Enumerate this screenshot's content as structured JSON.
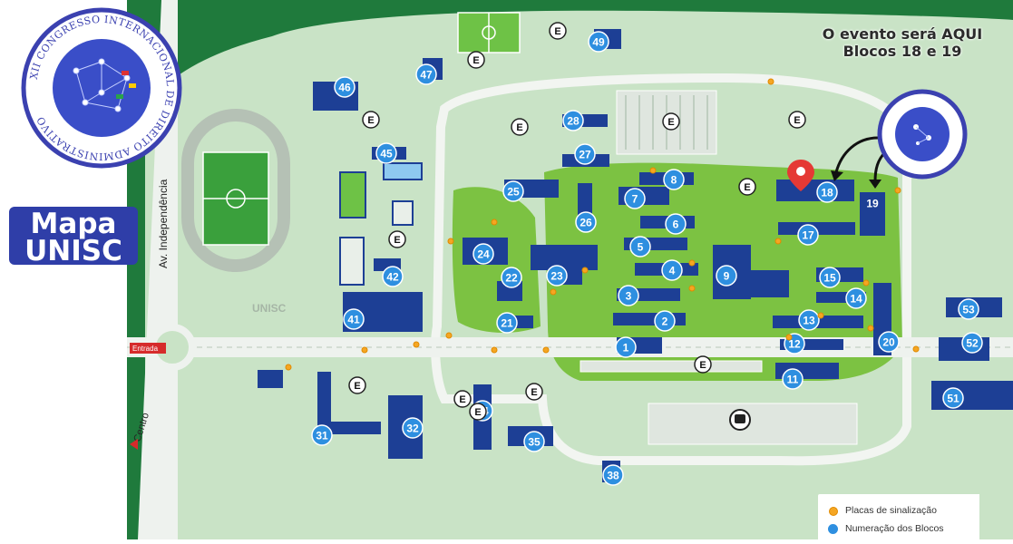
{
  "header": {
    "event_note_line1": "O evento será AQUI",
    "event_note_line2": "Blocos 18 e 19"
  },
  "sidebar": {
    "title_line1": "Mapa",
    "title_line2": "UNISC",
    "logo_text_top": "XII CONGRESSO INTERNACIONAL DE DIREITO ADMINISTRATIVO"
  },
  "map": {
    "street_label": "Av. Independência",
    "entrance_label": "Entrada",
    "centro_label": "Centro",
    "campus_watermark": "UNISC",
    "parking_glyph": "E",
    "blocks": [
      "1",
      "2",
      "3",
      "4",
      "5",
      "6",
      "7",
      "8",
      "9",
      "11",
      "12",
      "13",
      "14",
      "15",
      "17",
      "18",
      "19",
      "20",
      "21",
      "22",
      "23",
      "24",
      "25",
      "26",
      "27",
      "28",
      "31",
      "32",
      "34",
      "35",
      "38",
      "41",
      "42",
      "45",
      "46",
      "47",
      "49",
      "51",
      "52",
      "53"
    ]
  },
  "legend": {
    "signage_label": "Placas de sinalização",
    "blocks_label": "Numeração dos Blocos"
  },
  "colors": {
    "outer_green": "#1f7a3c",
    "campus": "#c9e3c6",
    "park_green": "#7cc242",
    "road": "#e9efe9",
    "building": "#1d3f95",
    "badge": "#2e8fe0",
    "brand": "#2f3ea8",
    "marker": "#e53935"
  }
}
